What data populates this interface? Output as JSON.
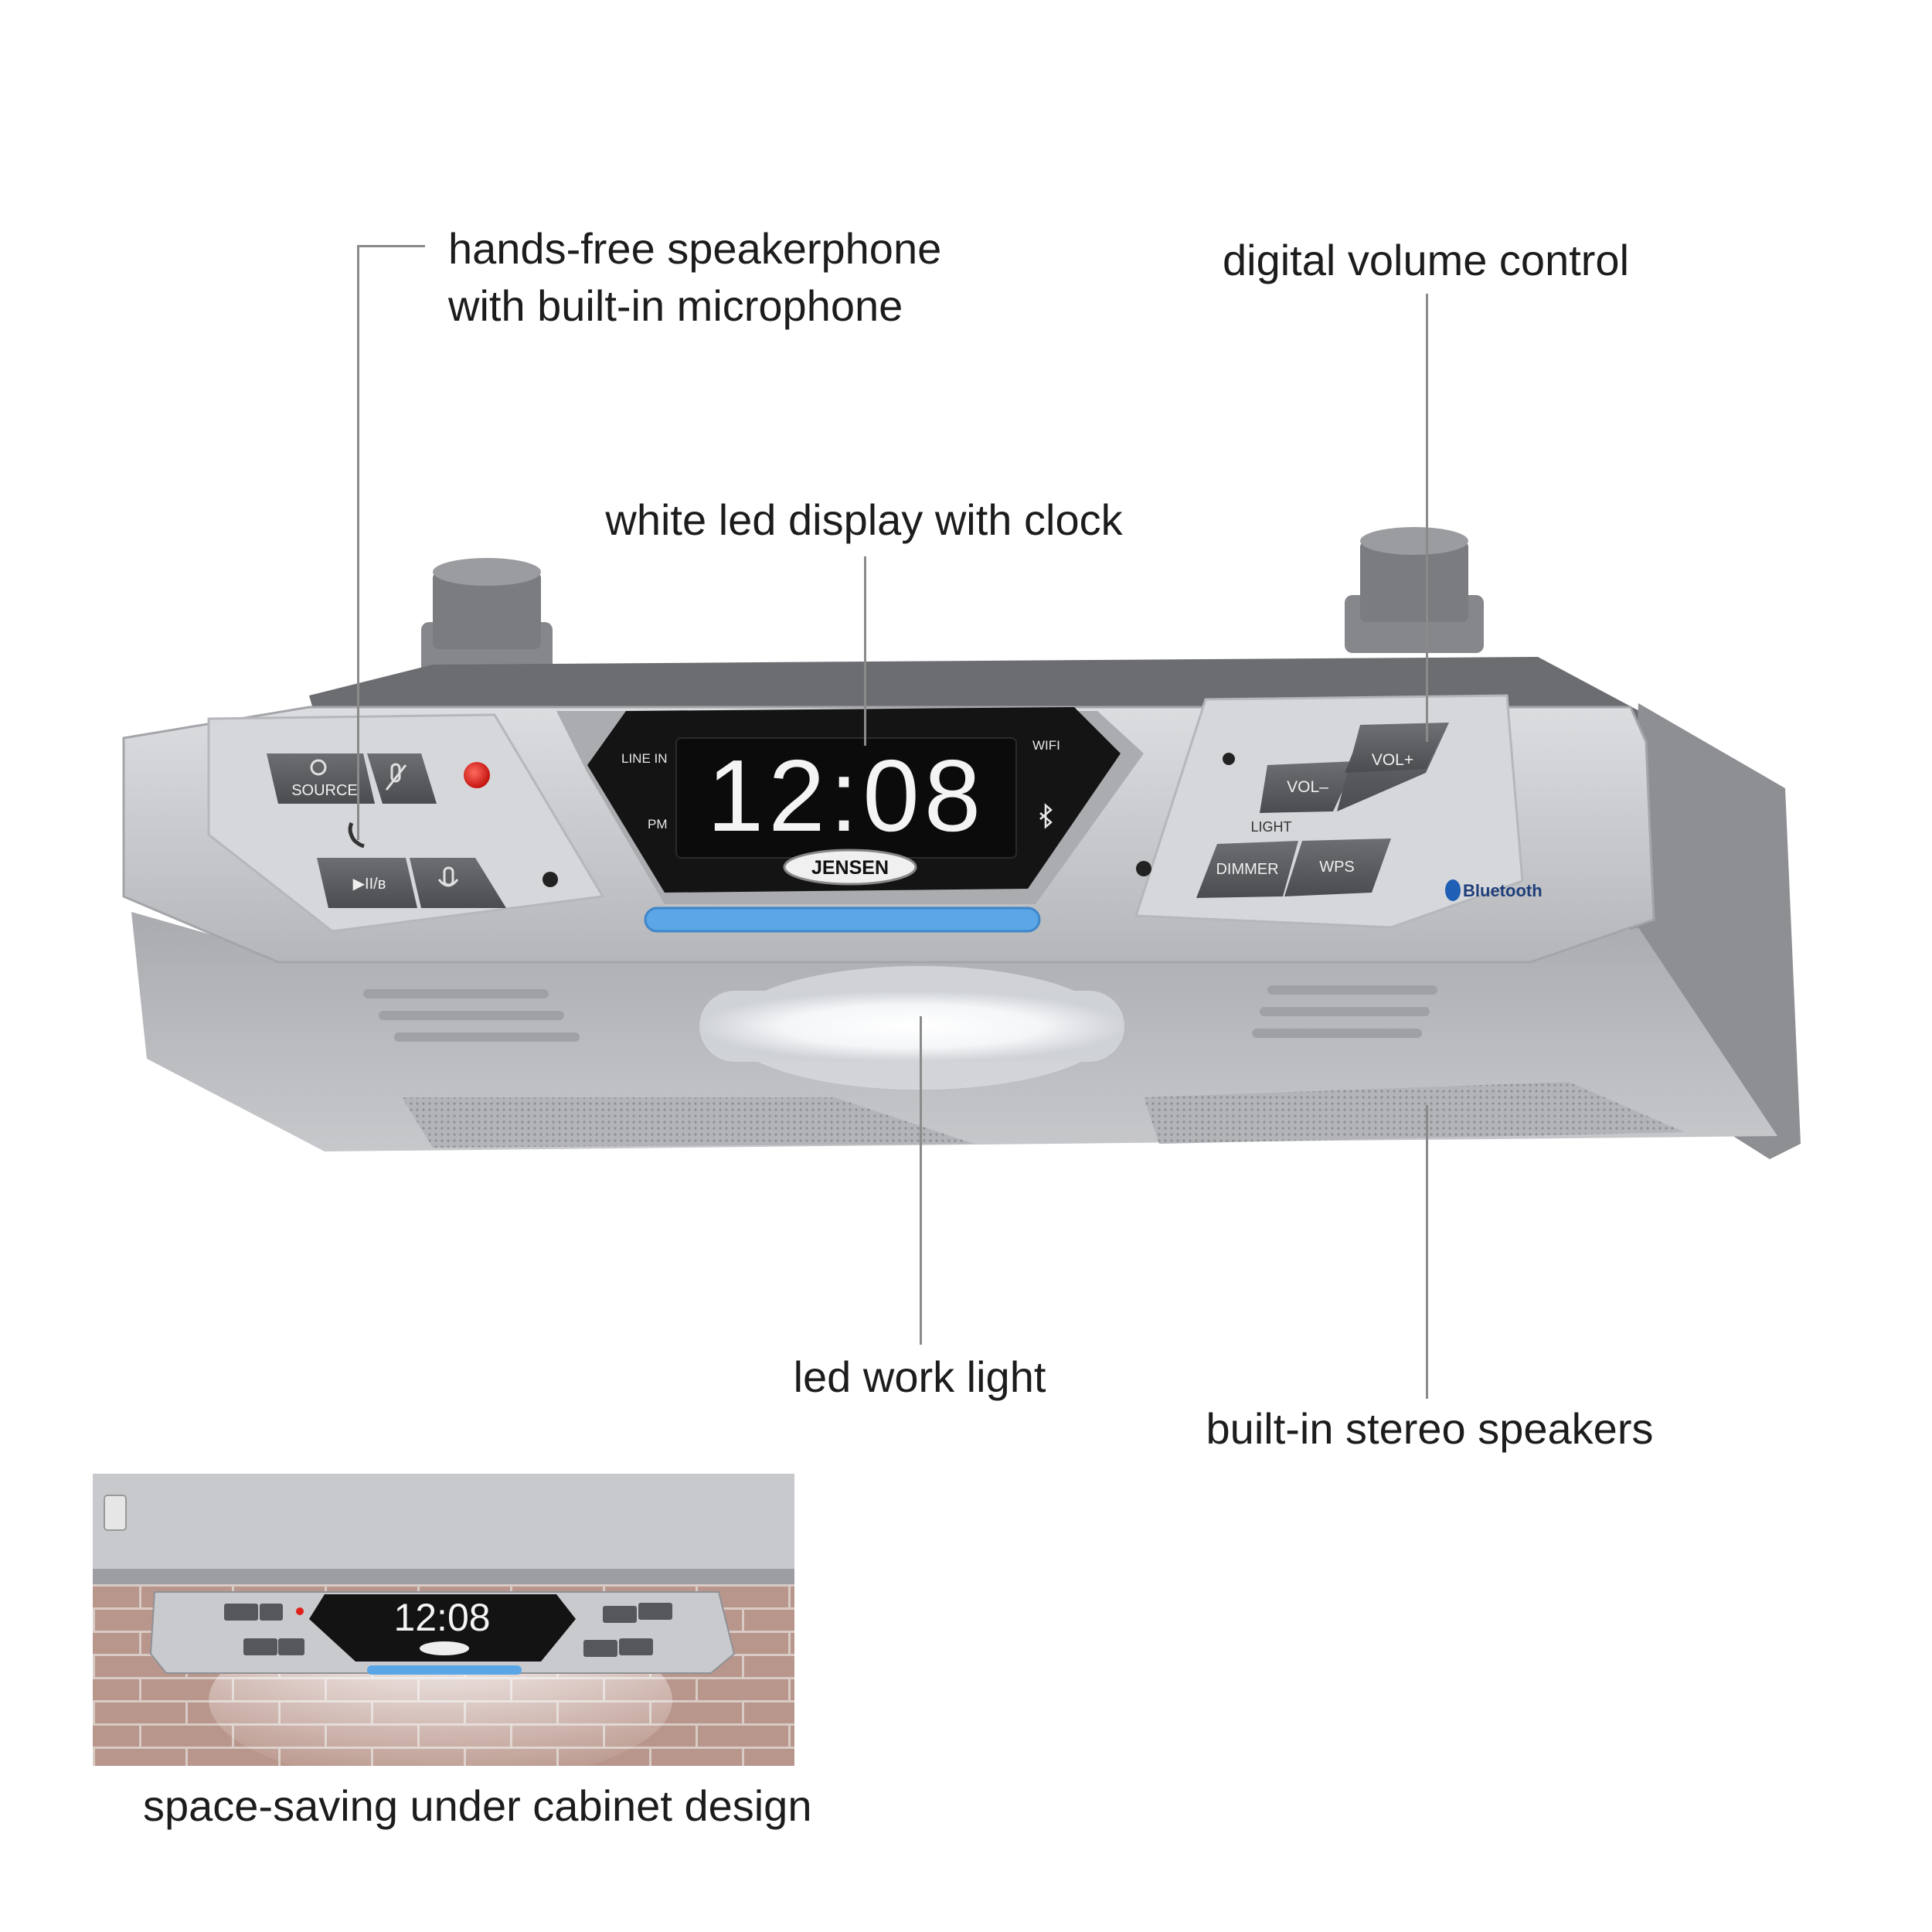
{
  "callouts": {
    "speakerphone_line1": "hands-free speakerphone",
    "speakerphone_line2": "with built-in microphone",
    "volume": "digital volume control",
    "display": "white led display with clock",
    "work_light": "led work light",
    "speakers": "built-in stereo speakers",
    "inset_caption": "space-saving under cabinet design"
  },
  "device": {
    "clock": "12:08",
    "line_in": "LINE IN",
    "pm": "PM",
    "wifi": "WIFI",
    "brand": "JENSEN",
    "bluetooth": "Bluetooth",
    "buttons": {
      "source": "SOURCE",
      "play_bt": "▶II/ʙ",
      "vol_minus": "VOL–",
      "vol_plus": "VOL+",
      "light": "LIGHT",
      "dimmer": "DIMMER",
      "wps": "WPS"
    }
  },
  "colors": {
    "body_silver": "#c9cacc",
    "dark_gray": "#5e6063",
    "display_black": "#141414",
    "digit_white": "#f4f4f4",
    "accent_blue": "#5aa6e6",
    "indicator_red": "#e0201a"
  }
}
